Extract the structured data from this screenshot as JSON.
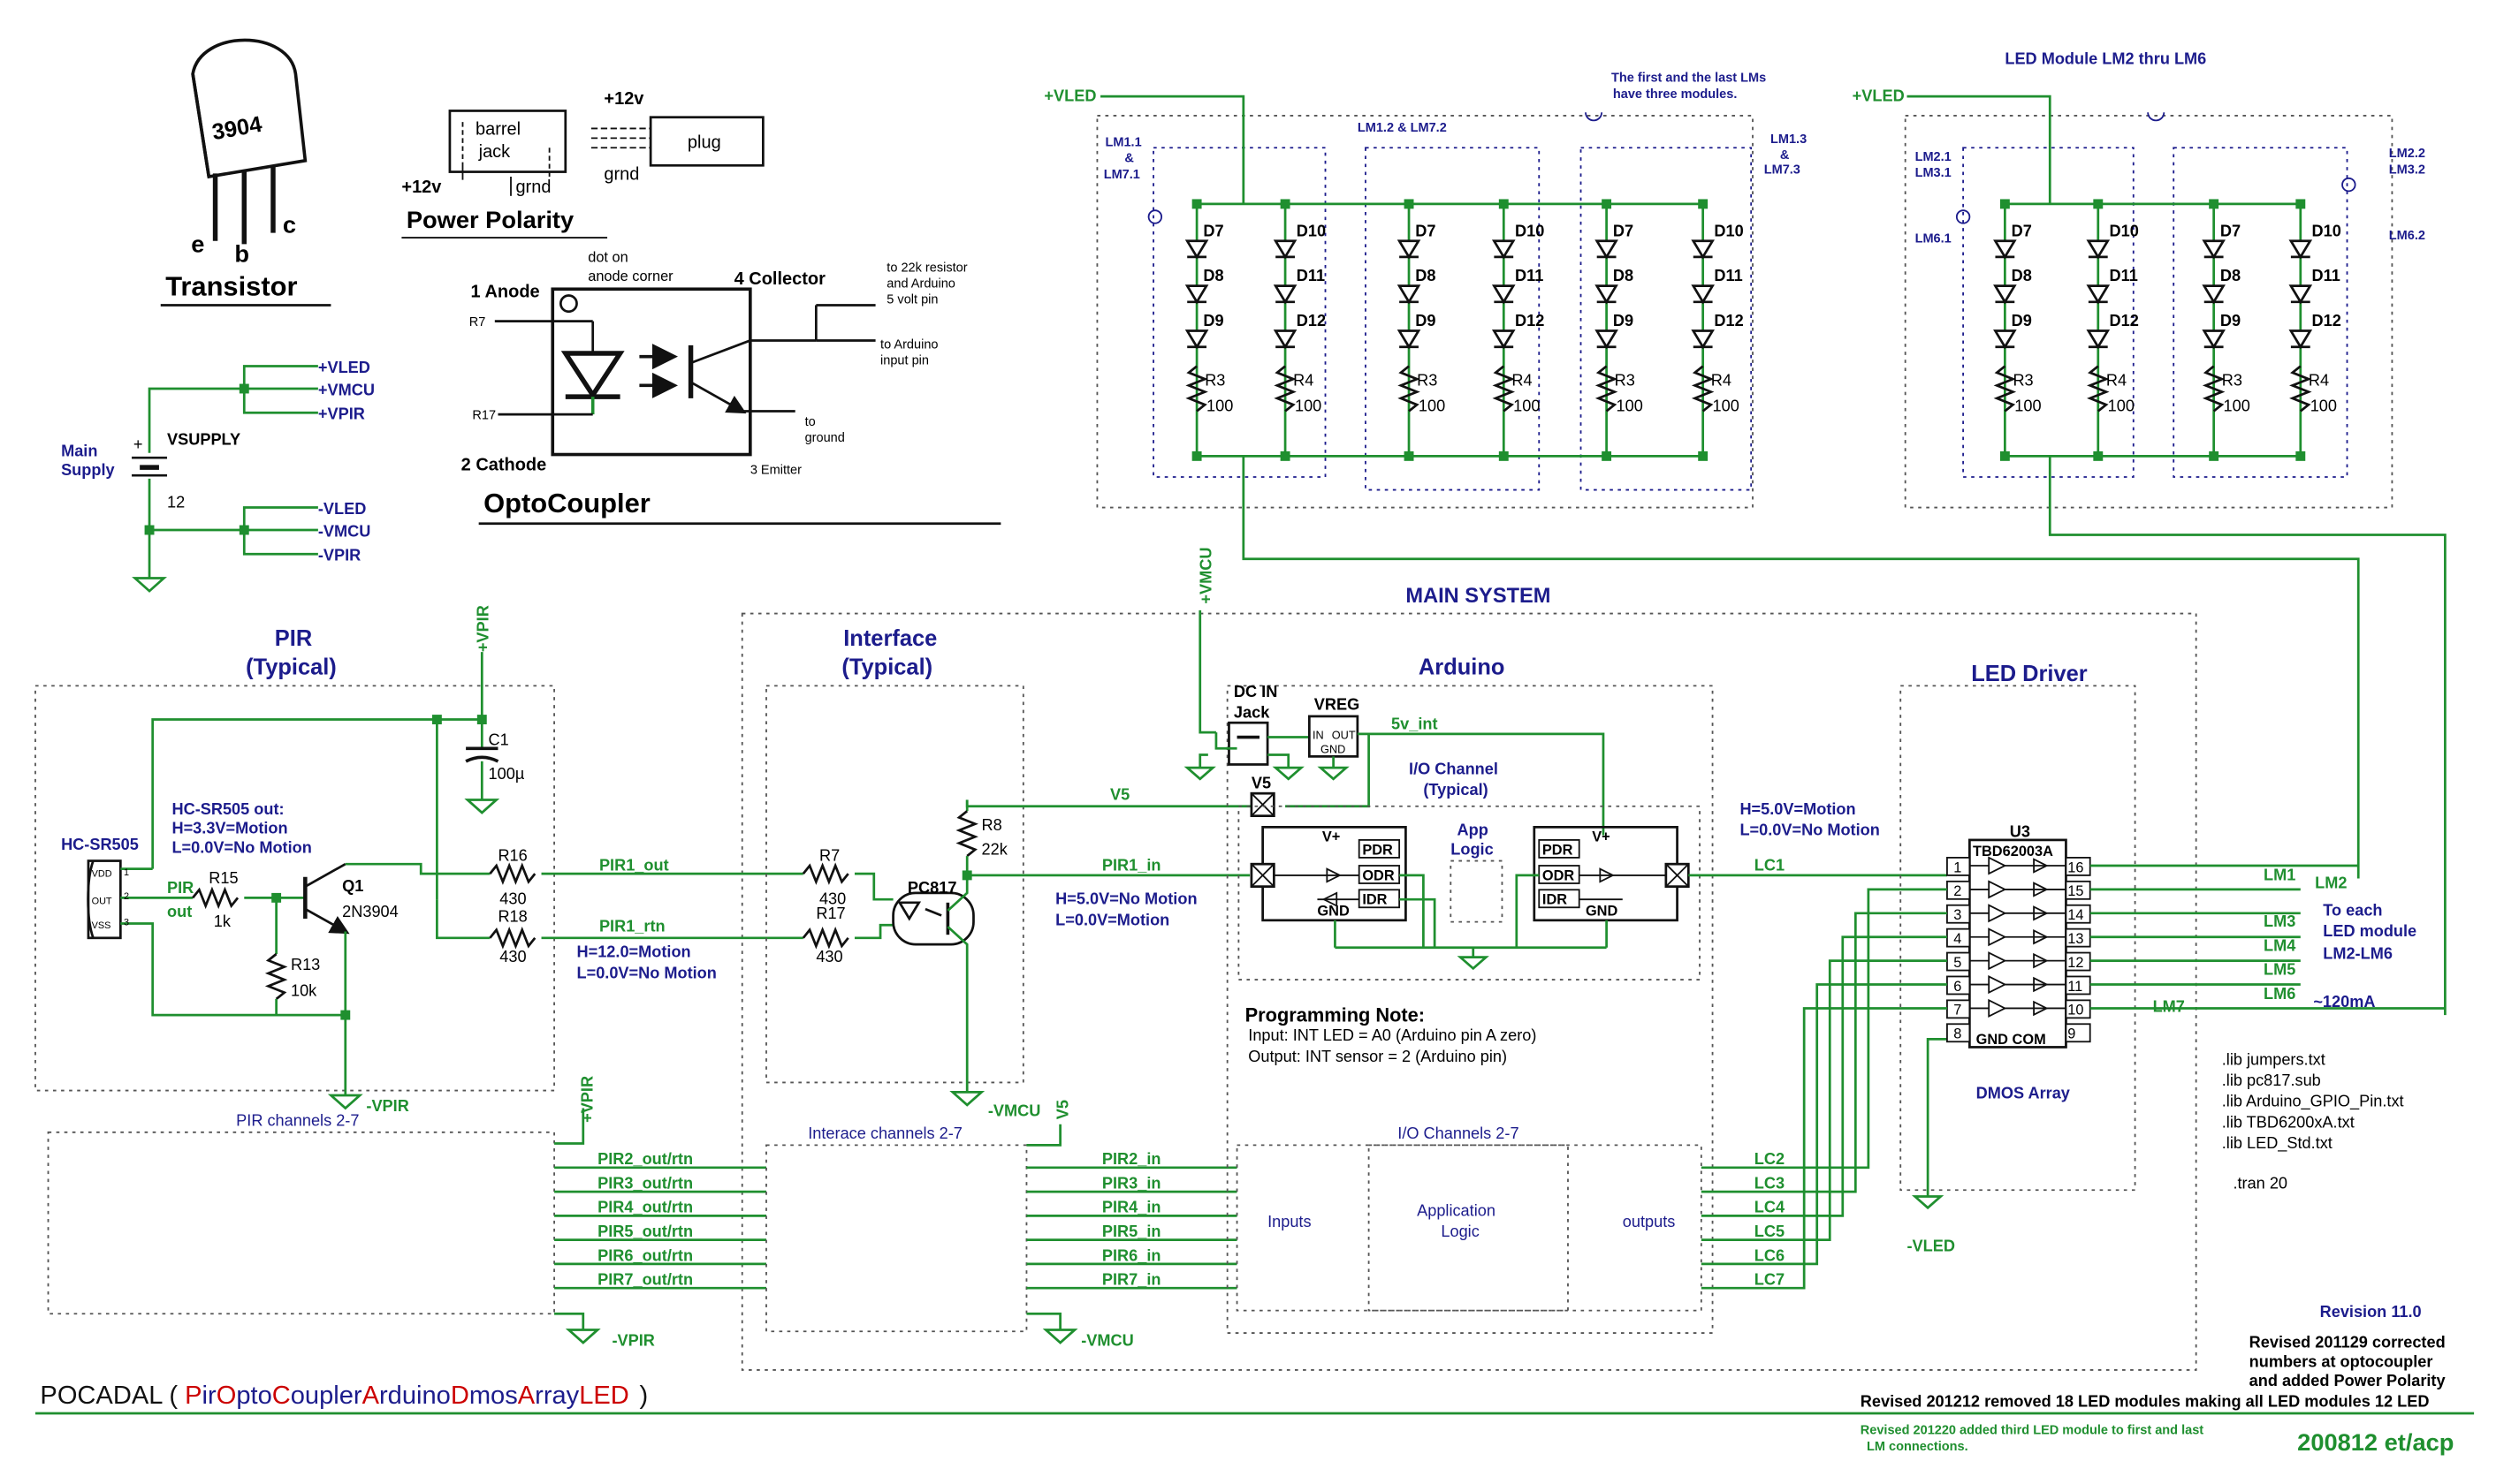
{
  "colors": {
    "wire": "#1f8f2f",
    "navy": "#1c1c8c",
    "black": "#111111",
    "box": "#555555"
  },
  "transistor": {
    "title": "Transistor",
    "part": "3904",
    "pin_e": "e",
    "pin_b": "b",
    "pin_c": "c"
  },
  "power_polarity": {
    "title": "Power Polarity",
    "barrel": "barrel",
    "jack": "jack",
    "plus12_left": "+12v",
    "grnd_left": "grnd",
    "plus12_top": "+12v",
    "grnd_right": "grnd",
    "plug": "plug"
  },
  "supply": {
    "label1": "Main",
    "label2": "Supply",
    "name": "VSUPPLY",
    "value": "12",
    "plus": "+",
    "vled_p": "+VLED",
    "vmcu_p": "+VMCU",
    "vpir_p": "+VPIR",
    "vled_n": "-VLED",
    "vmcu_n": "-VMCU",
    "vpir_n": "-VPIR"
  },
  "opto": {
    "title": "OptoCoupler",
    "anode": "1 Anode",
    "cathode": "2 Cathode",
    "collector": "4 Collector",
    "emitter": "3 Emitter",
    "dot1": "dot on",
    "dot2": "anode corner",
    "r7": "R7",
    "r17": "R17",
    "note1": "to 22k resistor",
    "note2": "and Arduino",
    "note3": "5 volt pin",
    "note4": "to Arduino",
    "note5": "input pin",
    "note6": "to",
    "note7": "ground"
  },
  "led_modules": {
    "vled": "+VLED",
    "vled2": "+VLED",
    "note1": "The first and the last LMs",
    "note2": "have three modules.",
    "title2": "LED Module LM2 thru LM6",
    "lm11a": "LM1.1",
    "lm11b": "&",
    "lm11c": "LM7.1",
    "lm12": "LM1.2  & LM7.2",
    "lm13a": "LM1.3",
    "lm13b": "&",
    "lm13c": "LM7.3",
    "lm21a": "LM2.1",
    "lm21b": "LM3.1",
    "lm61": "LM6.1",
    "lm22a": "LM2.2",
    "lm22b": "LM3.2",
    "lm62": "LM6.2",
    "d7": "D7",
    "d8": "D8",
    "d9": "D9",
    "d10": "D10",
    "d11": "D11",
    "d12": "D12",
    "r3": "R3",
    "r4": "R4",
    "r_val": "100"
  },
  "main": {
    "title": "MAIN SYSTEM",
    "vmcu_top": "+VMCU"
  },
  "pir": {
    "title1": "PIR",
    "title2": "(Typical)",
    "vpir_top": "+VPIR",
    "hc": "HC-SR505",
    "vdd": "VDD",
    "out": "OUT",
    "vss": "VSS",
    "p1": "1",
    "p2": "2",
    "p3": "3",
    "note1": "HC-SR505 out:",
    "note2": "H=3.3V=Motion",
    "note3": "L=0.0V=No Motion",
    "pir_out1": "PIR",
    "pir_out2": "out",
    "r15": "R15",
    "r15v": "1k",
    "q1": "Q1",
    "q1p": "2N3904",
    "r13": "R13",
    "r13v": "10k",
    "c1": "C1",
    "c1v": "100µ",
    "r16": "R16",
    "r16v": "430",
    "r18": "R18",
    "r18v": "430",
    "pir1_out": "PIR1_out",
    "pir1_rtn": "PIR1_rtn",
    "note4": "H=12.0=Motion",
    "note5": "L=0.0V=No Motion",
    "vpir_bot": "-VPIR",
    "channels": "PIR channels 2-7",
    "vpir2": "+VPIR",
    "vpir3": "-VPIR",
    "outs": [
      "PIR2_out/rtn",
      "PIR3_out/rtn",
      "PIR4_out/rtn",
      "PIR5_out/rtn",
      "PIR6_out/rtn",
      "PIR7_out/rtn"
    ]
  },
  "interface": {
    "title1": "Interface",
    "title2": "(Typical)",
    "r7": "R7",
    "r7v": "430",
    "r17": "R17",
    "r17v": "430",
    "r8": "R8",
    "r8v": "22k",
    "pc817": "PC817",
    "v5": "V5",
    "pir1_in": "PIR1_in",
    "note1": "H=5.0V=No Motion",
    "note2": "L=0.0V=Motion",
    "vmcu": "-VMCU",
    "channels": "Interace channels 2-7",
    "v5b": "V5",
    "vmcu2": "-VMCU",
    "ins": [
      "PIR2_in",
      "PIR3_in",
      "PIR4_in",
      "PIR5_in",
      "PIR6_in",
      "PIR7_in"
    ]
  },
  "arduino": {
    "title": "Arduino",
    "dcin1": "DC IN",
    "dcin2": "Jack",
    "vreg": "VREG",
    "in": "IN",
    "outp": "OUT",
    "gnd": "GND",
    "v5int": "5v_int",
    "io1": "I/O Channel",
    "io2": "(Typical)",
    "v5": "V5",
    "app1": "App",
    "app2": "Logic",
    "pdr": "PDR",
    "odr": "ODR",
    "idr": "IDR",
    "vplus": "V+",
    "gnd2": "GND",
    "prog_title": "Programming Note:",
    "prog1": "Input: INT LED = A0 (Arduino pin A zero)",
    "prog2": "Output: INT sensor = 2 (Arduino pin)",
    "io_channels": "I/O Channels 2-7",
    "inputs": "Inputs",
    "outputs": "outputs",
    "applogic1": "Application",
    "applogic2": "Logic"
  },
  "driver": {
    "title": "LED Driver",
    "note1": "H=5.0V=Motion",
    "note2": "L=0.0V=No Motion",
    "lc1": "LC1",
    "u3": "U3",
    "chip": "TBD62003A",
    "gndcom": "GND COM",
    "dmos": "DMOS Array",
    "vled": "-VLED",
    "lcs": [
      "LC2",
      "LC3",
      "LC4",
      "LC5",
      "LC6",
      "LC7"
    ],
    "lm1": "LM1",
    "lm2": "LM2",
    "lm3": "LM3",
    "lm4": "LM4",
    "lm5": "LM5",
    "lm6": "LM6",
    "lm7": "LM7",
    "to1": "To each",
    "to2": "LED module",
    "to3": "LM2-LM6",
    "ma": "~120mA",
    "left_pins": [
      "1",
      "2",
      "3",
      "4",
      "5",
      "6",
      "7",
      "8"
    ],
    "right_pins": [
      "16",
      "15",
      "14",
      "13",
      "12",
      "11",
      "10",
      "9"
    ]
  },
  "libs": {
    "lines": [
      ".lib jumpers.txt",
      ".lib pc817.sub",
      ".lib Arduino_GPIO_Pin.txt",
      ".lib TBD6200xA.txt",
      ".lib LED_Std.txt"
    ],
    "tran": ".tran 20"
  },
  "footer": {
    "revision": "Revision 11.0",
    "rev1a": "Revised 201129 corrected",
    "rev1b": "numbers at optocoupler",
    "rev1c": "and added Power Polarity",
    "rev2": "Revised 201212 removed 18 LED modules making all LED modules 12 LED",
    "rev3a": "Revised 201220 added third LED module to first and last",
    "rev3b": "LM connections.",
    "date": "200812 et/acp",
    "pocadal": "POCADAL (",
    "close": ")",
    "acronym": [
      {
        "t": "P",
        "c": "#cc0000"
      },
      {
        "t": "ir",
        "c": "#1c1c8c"
      },
      {
        "t": "O",
        "c": "#cc0000"
      },
      {
        "t": "pto",
        "c": "#1c1c8c"
      },
      {
        "t": "C",
        "c": "#cc0000"
      },
      {
        "t": "oupler",
        "c": "#1c1c8c"
      },
      {
        "t": "A",
        "c": "#cc0000"
      },
      {
        "t": "rduino",
        "c": "#1c1c8c"
      },
      {
        "t": "D",
        "c": "#cc0000"
      },
      {
        "t": "mos",
        "c": "#1c1c8c"
      },
      {
        "t": "A",
        "c": "#cc0000"
      },
      {
        "t": "rray",
        "c": "#1c1c8c"
      },
      {
        "t": "LED",
        "c": "#cc0000"
      }
    ]
  }
}
